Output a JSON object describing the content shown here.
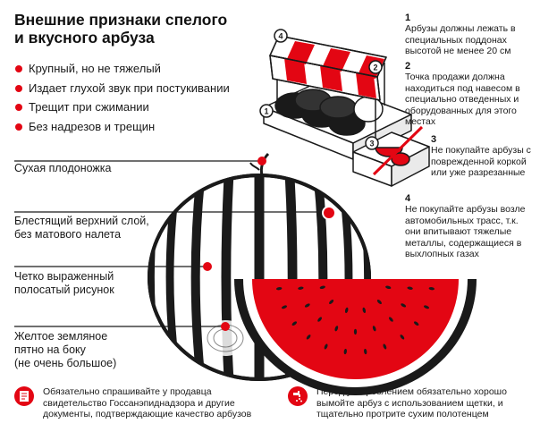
{
  "title": {
    "line1": "Внешние признаки спелого",
    "line2": "и вкусного арбуза"
  },
  "signs": [
    "Крупный, но не тяжелый",
    "Издает глухой звук при постукивании",
    "Трещит при сжимании",
    "Без надрезов и трещин"
  ],
  "labels": {
    "stem": "Сухая плодоножка",
    "glossy_1": "Блестящий верхний слой,",
    "glossy_2": "без матового налета",
    "stripes_1": "Четко выраженный",
    "stripes_2": "полосатый рисунок",
    "spot_1": "Желтое земляное",
    "spot_2": "пятно на боку",
    "spot_3": "(не очень большое)"
  },
  "rules": [
    {
      "num": "1",
      "text": "Арбузы должны лежать в специальных поддонах высотой не менее 20 см"
    },
    {
      "num": "2",
      "text": "Точка продажи должна находиться под навесом в специально отведенных и оборудованных для этого местах"
    },
    {
      "num": "3",
      "text": "Не покупайте арбузы с поврежденной коркой или уже разрезанные"
    },
    {
      "num": "4",
      "text": "Не покупайте арбузы возле автомобильных трасс, т.к. они впитывают тяжелые металлы, содержащиеся в выхлопных газах"
    }
  ],
  "stall_markers": [
    "1",
    "2",
    "3",
    "4"
  ],
  "footer": {
    "left": "Обязательно спрашивайте у продавца свидетельство Госсанэпиднадзора и другие документы, подтверждающие качество арбузов",
    "right": "Перед употреблением обязательно хорошо вымойте арбуз с использованием щетки, и тщательно протрите сухим полотенцем",
    "left_icon": "document-icon",
    "right_icon": "washing-tap-icon"
  },
  "colors": {
    "accent": "#e30613",
    "ink": "#111111",
    "rind": "#1a1a1a"
  }
}
